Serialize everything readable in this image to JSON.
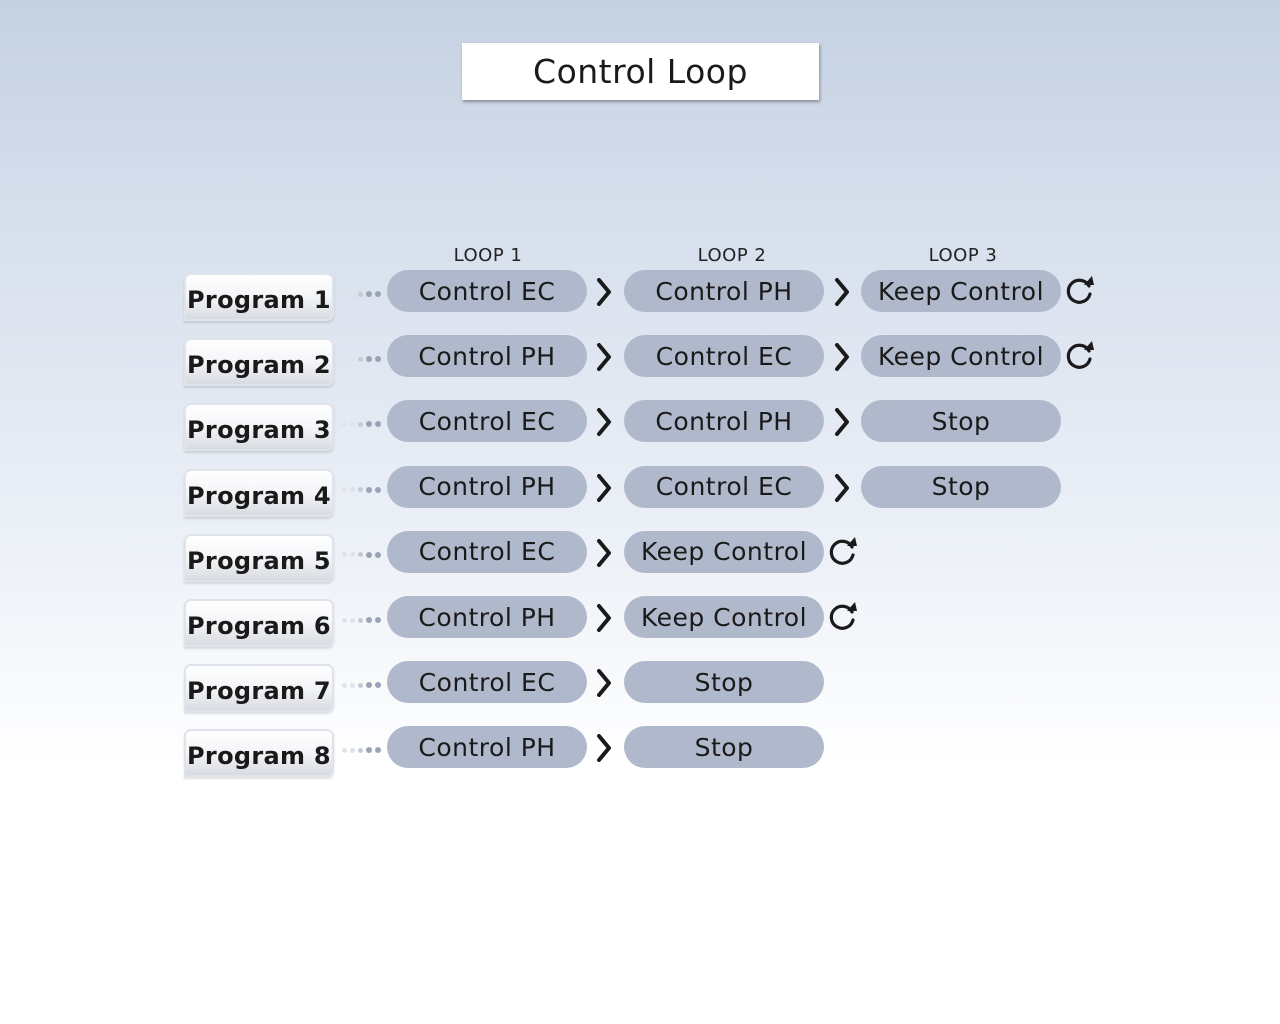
{
  "title": "Control Loop",
  "loop_headers": [
    "LOOP 1",
    "LOOP 2",
    "LOOP 3"
  ],
  "programs": [
    {
      "label": "Program 1",
      "steps": [
        "Control EC",
        "Control PH",
        "Keep Control"
      ],
      "repeat": true
    },
    {
      "label": "Program 2",
      "steps": [
        "Control PH",
        "Control EC",
        "Keep Control"
      ],
      "repeat": true
    },
    {
      "label": "Program 3",
      "steps": [
        "Control EC",
        "Control PH",
        "Stop"
      ],
      "repeat": false
    },
    {
      "label": "Program 4",
      "steps": [
        "Control PH",
        "Control EC",
        "Stop"
      ],
      "repeat": false
    },
    {
      "label": "Program 5",
      "steps": [
        "Control EC",
        "Keep Control"
      ],
      "repeat": true
    },
    {
      "label": "Program 6",
      "steps": [
        "Control PH",
        "Keep Control"
      ],
      "repeat": true
    },
    {
      "label": "Program 7",
      "steps": [
        "Control EC",
        "Stop"
      ],
      "repeat": false
    },
    {
      "label": "Program 8",
      "steps": [
        "Control PH",
        "Stop"
      ],
      "repeat": false
    }
  ],
  "colors": {
    "pill": "#b0b9cc",
    "arrow": "#1a1a1a",
    "dot_light": "#dfe3ea",
    "dot_mid": "#c4cad6",
    "dot_dark": "#9aa3b5"
  },
  "icons": {
    "connector": "dots-connector-icon",
    "next": "chevron-right-icon",
    "repeat": "refresh-icon"
  }
}
